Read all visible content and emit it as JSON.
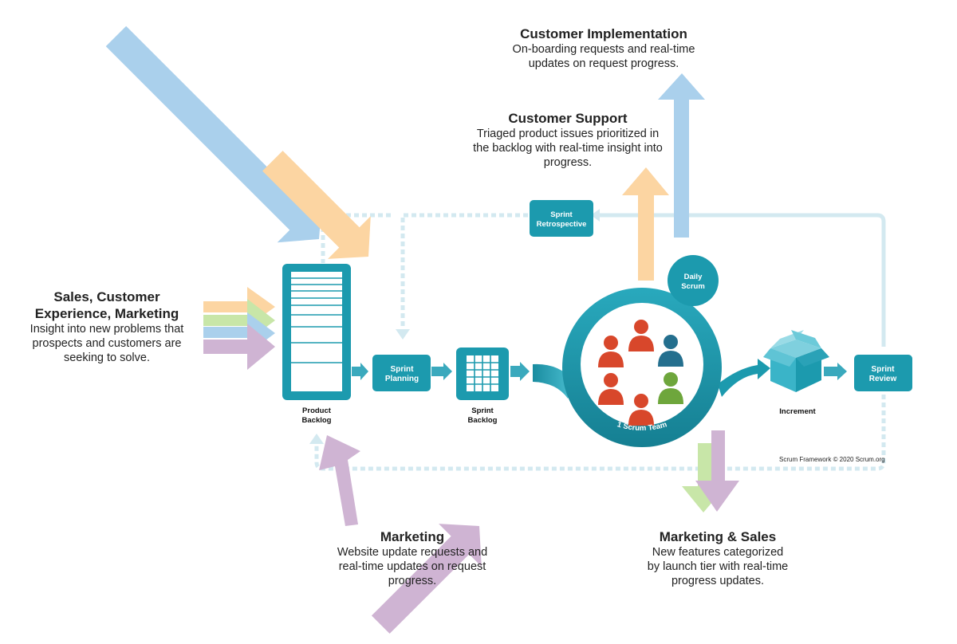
{
  "callouts": {
    "customer_implementation": {
      "title": "Customer Implementation",
      "lines": [
        "On-boarding requests and real-time",
        "updates on request progress."
      ]
    },
    "customer_support": {
      "title": "Customer Support",
      "lines": [
        "Triaged product issues prioritized in",
        "the backlog with real-time insight into",
        "progress."
      ]
    },
    "sales": {
      "title_lines": [
        "Sales, Customer",
        "Experience, Marketing"
      ],
      "lines": [
        "Insight into new problems that",
        "prospects and customers are",
        "seeking to solve."
      ]
    },
    "marketing": {
      "title": "Marketing",
      "lines": [
        "Website update requests and",
        "real-time updates on request",
        "progress."
      ]
    },
    "marketing_sales": {
      "title": "Marketing & Sales",
      "lines": [
        "New features categorized",
        "by launch tier with real-time",
        "progress updates."
      ]
    }
  },
  "framework": {
    "product_backlog": [
      "Product",
      "Backlog"
    ],
    "sprint_planning": [
      "Sprint",
      "Planning"
    ],
    "sprint_backlog": [
      "Sprint",
      "Backlog"
    ],
    "sprint_retrospective": [
      "Sprint",
      "Retrospective"
    ],
    "daily_scrum": [
      "Daily",
      "Scrum"
    ],
    "scrum_team": "1 Scrum Team",
    "increment": "Increment",
    "sprint_review": [
      "Sprint",
      "Review"
    ],
    "copyright": "Scrum Framework © 2020 Scrum.org"
  },
  "colors": {
    "teal": "#1c9aae",
    "teal_dark": "#147f93",
    "light_blue": "#aad0ec",
    "peach": "#fcd5a2",
    "green": "#c8e6a8",
    "purple": "#cfb4d3",
    "red_person": "#d8472b",
    "blue_person": "#246f8e",
    "green_person": "#6ea63c",
    "loop_line": "#d3e9f0"
  }
}
